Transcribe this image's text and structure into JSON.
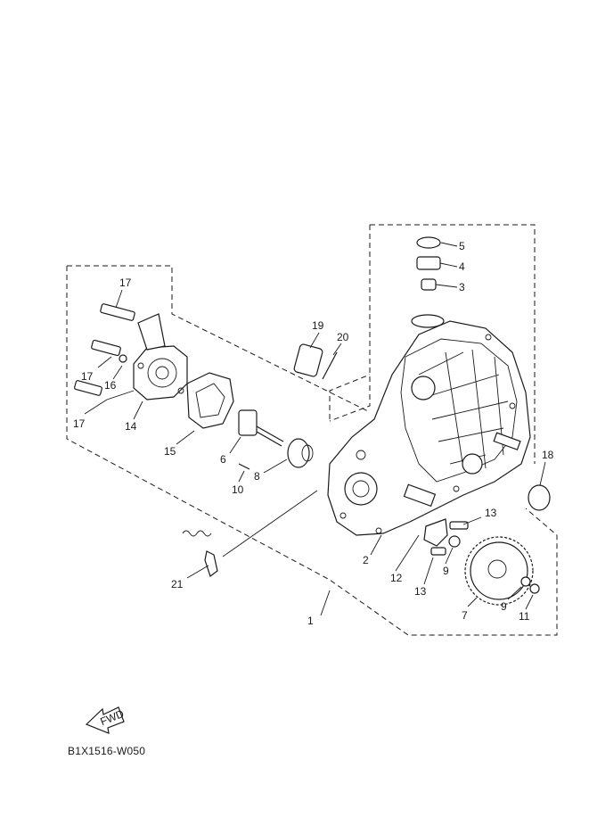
{
  "diagram": {
    "part_labels": {
      "p1": "1",
      "p2": "2",
      "p3": "3",
      "p4": "4",
      "p5": "5",
      "p6": "6",
      "p7": "7",
      "p8": "8",
      "p9a": "9",
      "p9b": "9",
      "p10": "10",
      "p11": "11",
      "p12": "12",
      "p13a": "13",
      "p13b": "13",
      "p14": "14",
      "p15": "15",
      "p16": "16",
      "p17a": "17",
      "p17b": "17",
      "p17c": "17",
      "p18": "18",
      "p19": "19",
      "p20": "20",
      "p21": "21"
    },
    "fwd_label": "FWD",
    "drawing_code": "B1X1516-W050"
  }
}
